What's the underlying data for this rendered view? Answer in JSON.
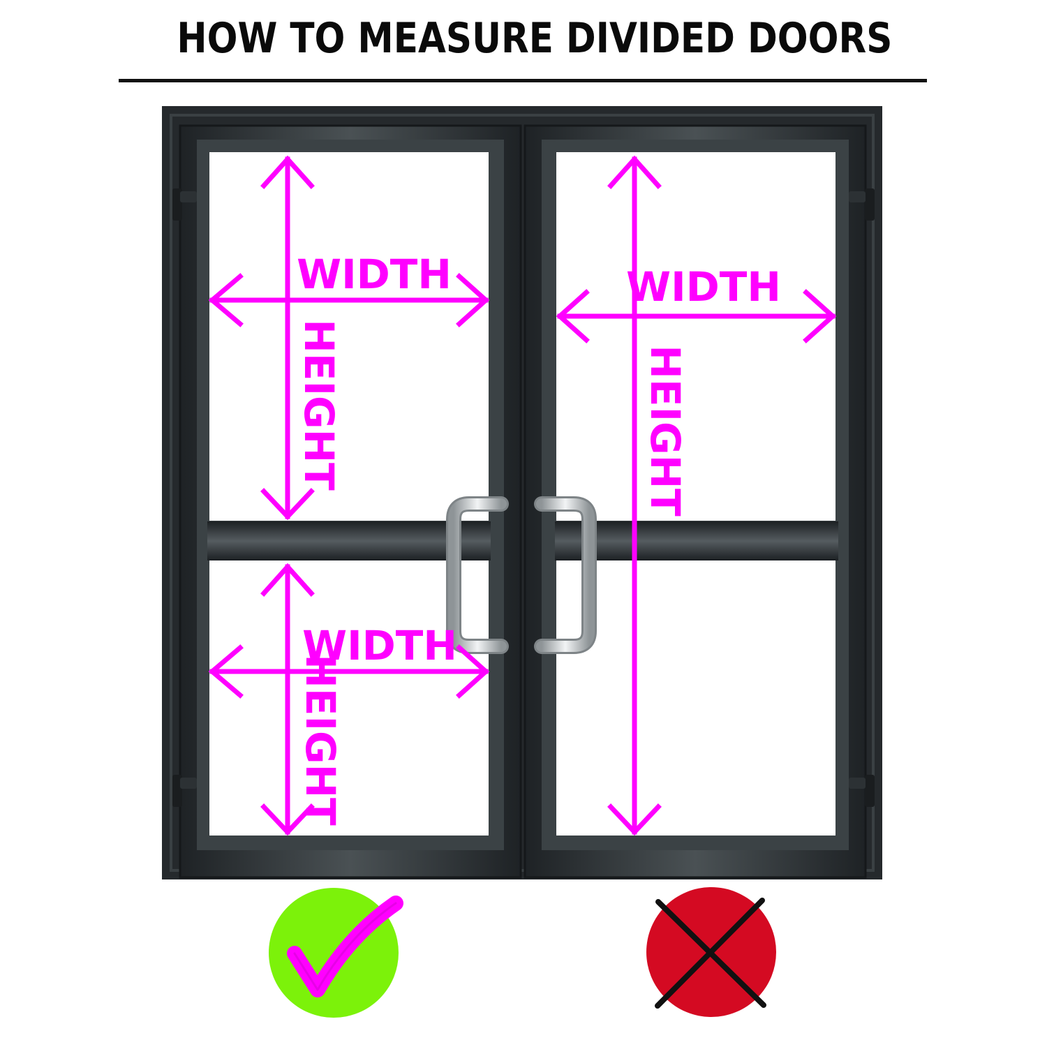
{
  "title": "HOW TO MEASURE DIVIDED DOORS",
  "labels": {
    "width": "WIDTH",
    "height": "HEIGHT"
  },
  "colors": {
    "frame": "#2e3336",
    "measure": "#ff00ff",
    "correct": "#7cf20a",
    "incorrect": "#d40a22"
  },
  "icons": [
    "check-icon",
    "cross-icon"
  ]
}
